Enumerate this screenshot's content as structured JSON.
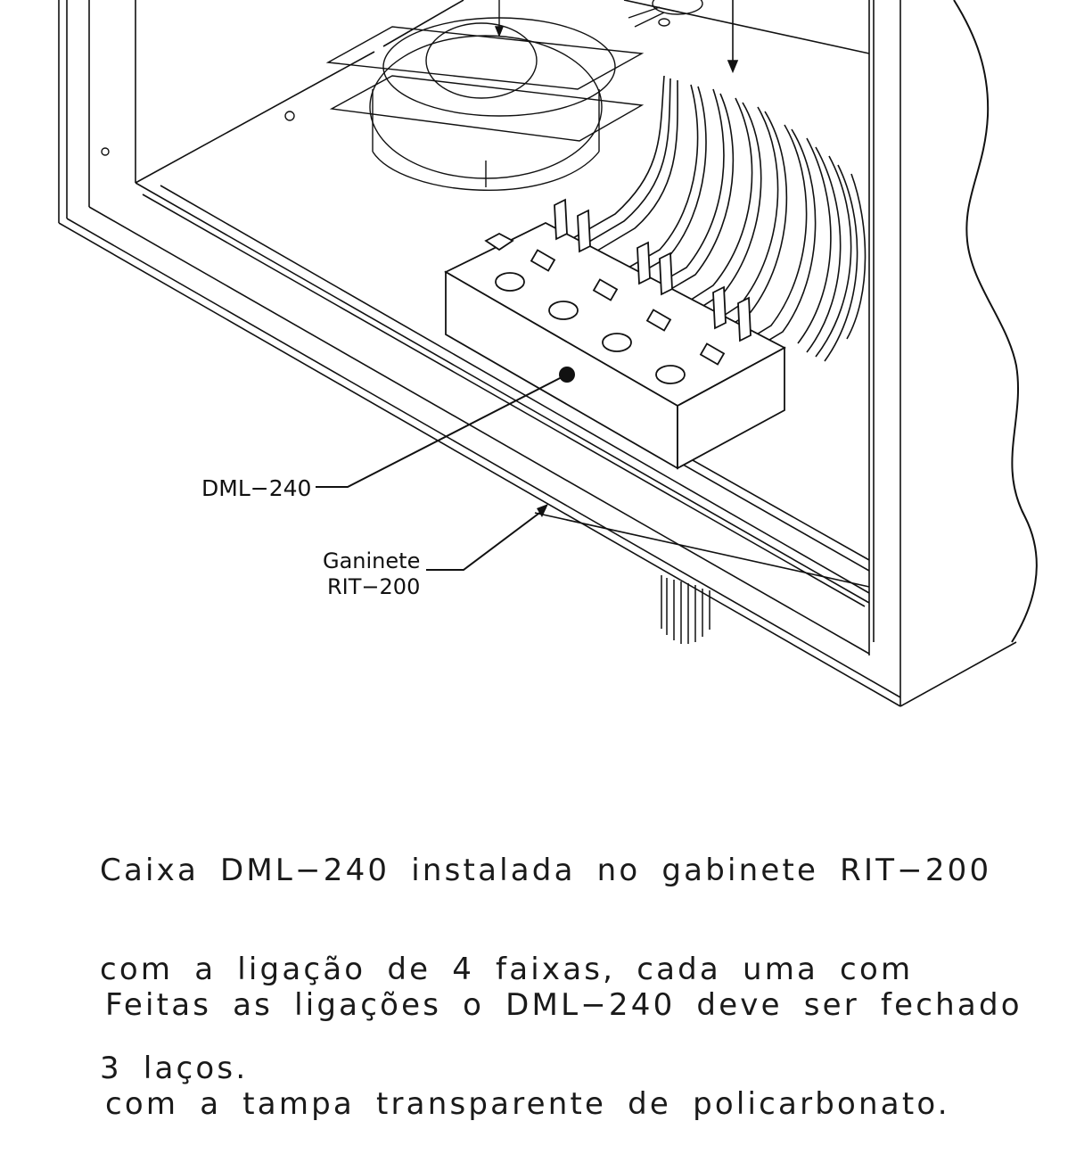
{
  "diagram": {
    "callouts": {
      "device_label": "DML−240",
      "cabinet_label_line1": "Ganinete",
      "cabinet_label_line2": "RIT−200"
    }
  },
  "captions": {
    "first": {
      "line1": "Caixa DML−240 instalada no gabinete RIT−200",
      "line2": "com a ligação de 4 faixas, cada uma com",
      "line3": "3 laços."
    },
    "second": {
      "line1": "Feitas as ligações o DML−240 deve ser fechado",
      "line2": "com a tampa transparente de policarbonato."
    }
  },
  "colors": {
    "ink": "#111111",
    "paper": "#ffffff",
    "hatch": "#9a9a9a"
  }
}
